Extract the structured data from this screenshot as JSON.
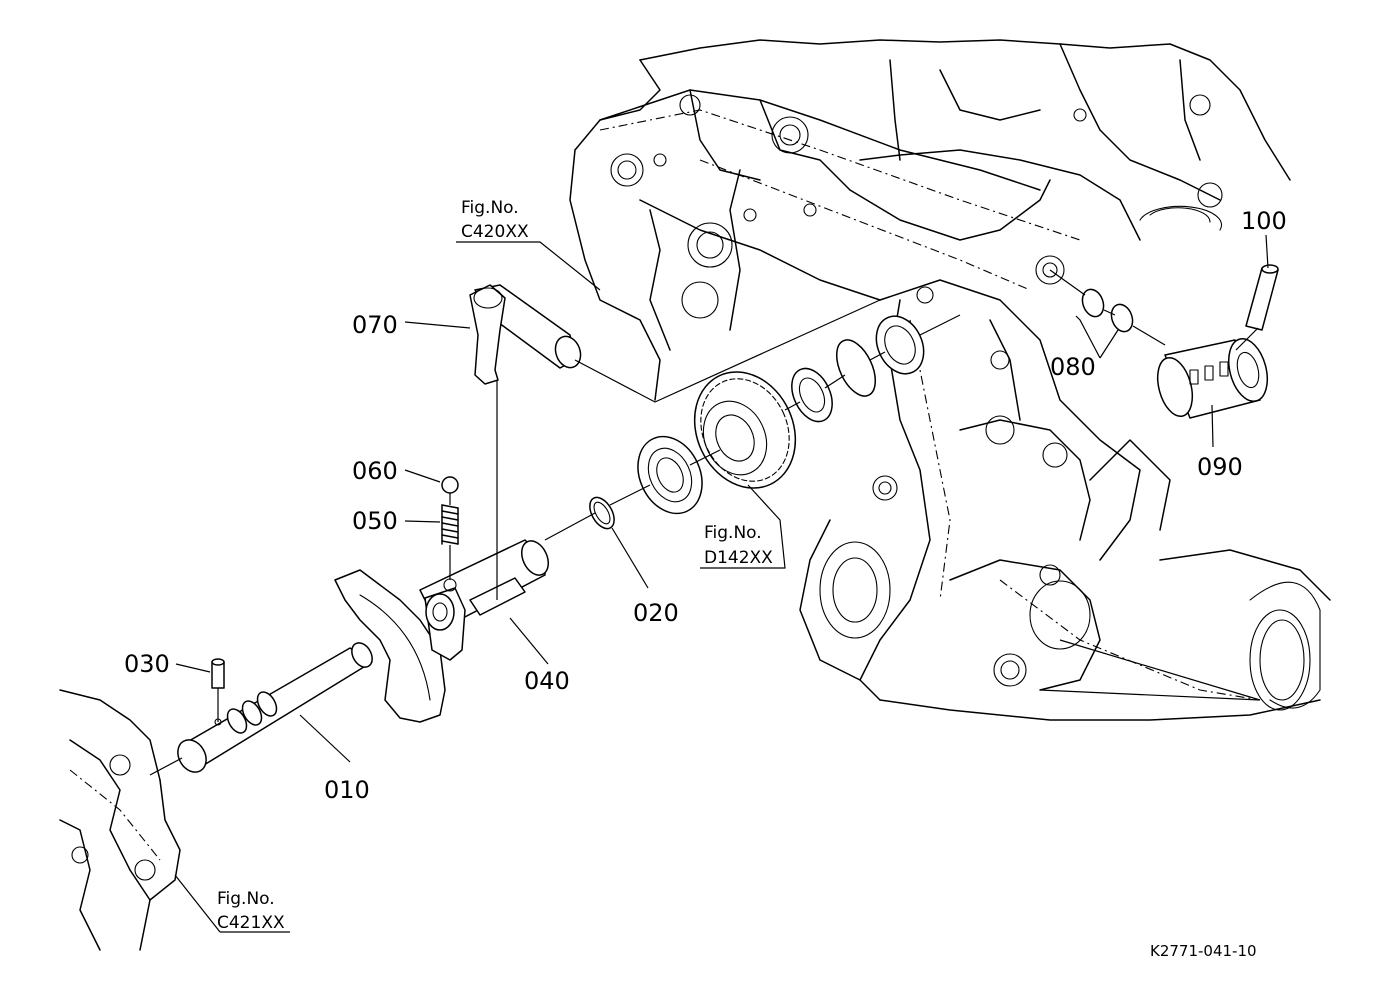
{
  "callouts": {
    "p010": "010",
    "p020": "020",
    "p030": "030",
    "p040": "040",
    "p050": "050",
    "p060": "060",
    "p070": "070",
    "p080": "080",
    "p090": "090",
    "p100": "100"
  },
  "figure_refs": {
    "c420": {
      "line1": "Fig.No.",
      "line2": "C420XX"
    },
    "d142": {
      "line1": "Fig.No.",
      "line2": "D142XX"
    },
    "c421": {
      "line1": "Fig.No.",
      "line2": "C421XX"
    }
  },
  "diagram_id": "K2771-041-10"
}
